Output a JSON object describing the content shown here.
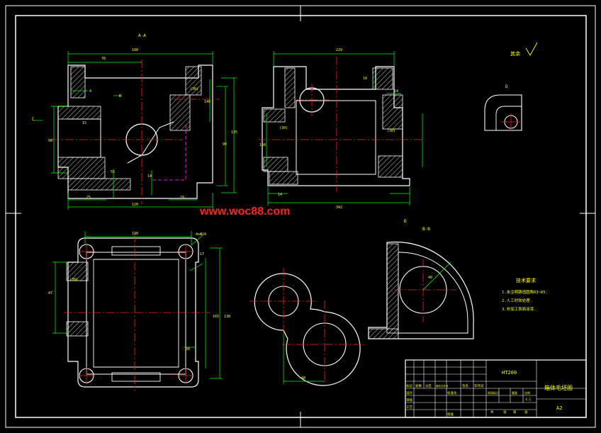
{
  "colors": {
    "background": "#000000",
    "outline": "#ffffff",
    "dimension": "#00ff00",
    "centerline": "#ff2020",
    "hidden": "#ff00ff",
    "hatch": "#00ffff",
    "watermark": "#ff2020",
    "text": "#ffff00"
  },
  "watermark": "www.woc88.com",
  "views": {
    "section_aa": {
      "label": "A-A",
      "width_dim": "180",
      "left_dim": "76",
      "base_left": "25",
      "base_mid": "120",
      "base_right": "29",
      "height_total": "135",
      "height_inner": "90",
      "dims": [
        "(30)",
        "140",
        "90",
        "15",
        "4",
        "14",
        "55"
      ]
    },
    "side_view": {
      "width_dim": "229",
      "base_dim": "342",
      "dims": [
        "(30)",
        "150",
        "(30)",
        "14",
        "18",
        "14"
      ]
    },
    "plan_view": {
      "width_dim": "190",
      "dims": [
        "4xΦ24",
        "(30)",
        "165",
        "138",
        "17",
        "47",
        "30"
      ]
    },
    "detail_d": {
      "label": "D"
    },
    "section_bb": {
      "label": "B-B",
      "radius": "40"
    },
    "section_marks": {
      "c": "C",
      "b": "B",
      "d": "D"
    }
  },
  "roughness_note": "其余",
  "tech_requirements": {
    "title": "技术要求",
    "items": [
      "1.未注明铸造圆角R3~R5.",
      "2.人工时效处理.",
      "3.非加工表面涂漆."
    ]
  },
  "title_block": {
    "part_no": "HT200",
    "drawing_name": "箱体毛坯图",
    "sheet_size": "A2",
    "scale": "1:1",
    "row_labels": [
      "标记",
      "处数",
      "分区",
      "更改文件号",
      "签名",
      "年月日"
    ],
    "design_label": "设计",
    "std_label": "标准化",
    "check_label": "审核",
    "process_label": "工艺",
    "approve_label": "批准",
    "stage_labels": [
      "阶段标记",
      "重量",
      "比例"
    ],
    "sheet_labels": [
      "共",
      "张",
      "第",
      "张"
    ]
  }
}
